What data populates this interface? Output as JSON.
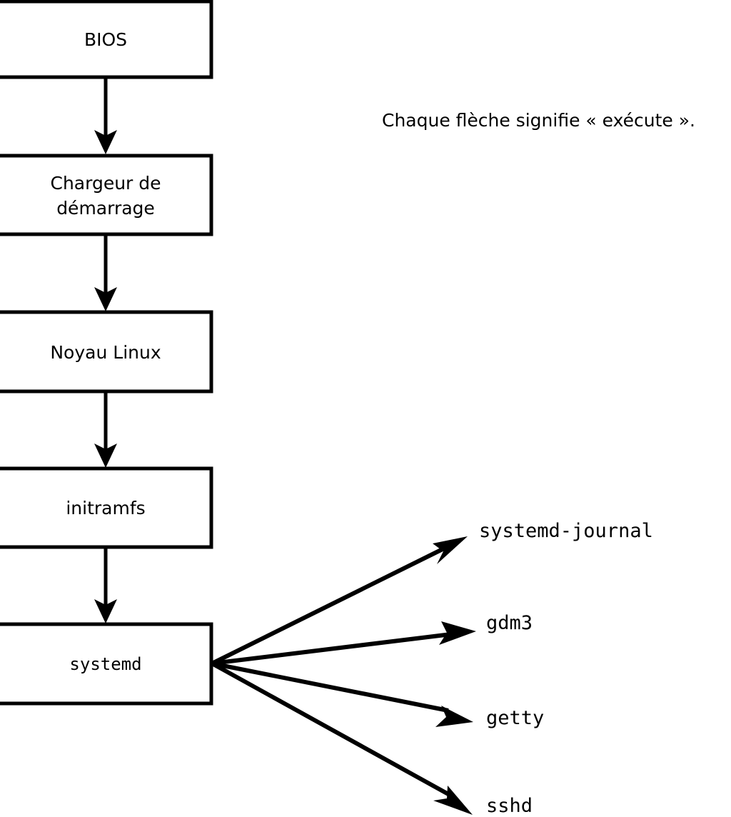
{
  "diagram": {
    "title_caption": "Chaque flèche signifie « exécute ».",
    "stages": [
      {
        "id": "bios",
        "label": "BIOS",
        "label_line1": "BIOS",
        "label_line2": ""
      },
      {
        "id": "bootloader",
        "label": "Chargeur de démarrage",
        "label_line1": "Chargeur de",
        "label_line2": "démarrage"
      },
      {
        "id": "kernel",
        "label": "Noyau Linux",
        "label_line1": "Noyau Linux",
        "label_line2": ""
      },
      {
        "id": "initramfs",
        "label": "initramfs",
        "label_line1": "initramfs",
        "label_line2": ""
      },
      {
        "id": "systemd",
        "label": "systemd",
        "label_line1": "systemd",
        "label_line2": ""
      }
    ],
    "services": [
      {
        "id": "systemd-journal",
        "label": "systemd-journal"
      },
      {
        "id": "gdm3",
        "label": "gdm3"
      },
      {
        "id": "getty",
        "label": "getty"
      },
      {
        "id": "sshd",
        "label": "sshd"
      }
    ],
    "colors": {
      "background": "#ffffff",
      "stroke": "#000000",
      "box_fill": "#ffffff",
      "text": "#000000"
    }
  }
}
